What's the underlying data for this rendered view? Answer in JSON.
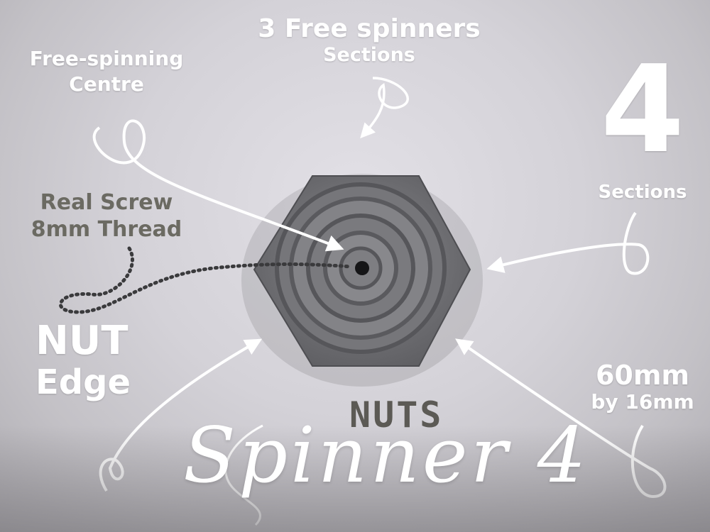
{
  "labels": {
    "spinners_title": "3 Free spinners",
    "spinners_sub": "Sections",
    "centre_line1": "Free-spinning",
    "centre_line2": "Centre",
    "sections_number": "4",
    "sections_label": "Sections",
    "screw_line1": "Real Screw",
    "screw_line2": "8mm Thread",
    "nut_line1": "NUT",
    "nut_line2": "Edge",
    "dim_line1": "60mm",
    "dim_line2": "by 16mm"
  },
  "brand": {
    "logo_text": "NUTS",
    "script_text": "Spinner 4"
  },
  "colors": {
    "background": "#d4d2d8",
    "annotation": "#ffffff",
    "dark_label": "#6b6a62",
    "object_grey": "#7c7c80"
  }
}
